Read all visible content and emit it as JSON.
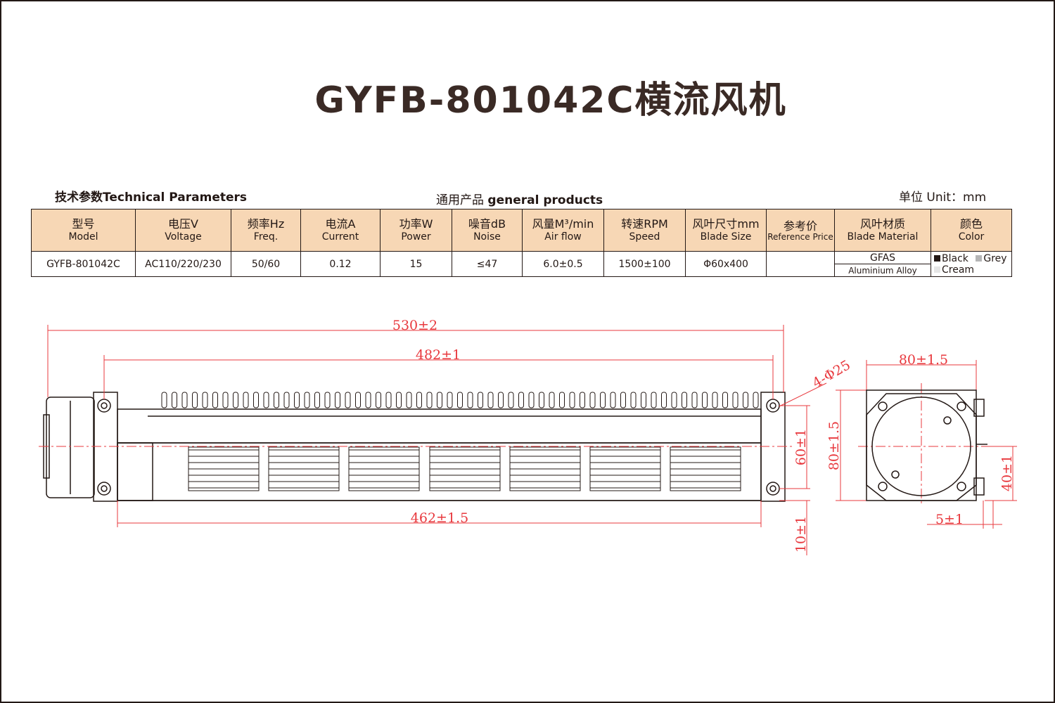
{
  "title": "GYFB-801042C横流风机",
  "headers": {
    "tech_params_cn": "技术参数",
    "tech_params_en": "Technical Parameters",
    "general_cn": "通用产品",
    "general_en": "general products",
    "unit_cn": "单位",
    "unit_en": "Unit：mm"
  },
  "columns": [
    {
      "cn": "型号",
      "en": "Model"
    },
    {
      "cn": "电压V",
      "en": "Voltage"
    },
    {
      "cn": "频率Hz",
      "en": "Freq."
    },
    {
      "cn": "电流A",
      "en": "Current"
    },
    {
      "cn": "功率W",
      "en": "Power"
    },
    {
      "cn": "噪音dB",
      "en": "Noise"
    },
    {
      "cn": "风量M³/min",
      "en": "Air flow"
    },
    {
      "cn": "转速RPM",
      "en": "Speed"
    },
    {
      "cn": "风叶尺寸mm",
      "en": "Blade Size"
    },
    {
      "cn": "参考价",
      "en": "Reference Price"
    },
    {
      "cn": "风叶材质",
      "en": "Blade Material"
    },
    {
      "cn": "颜色",
      "en": "Color"
    }
  ],
  "row": {
    "model": "GYFB-801042C",
    "voltage": "AC110/220/230",
    "freq": "50/60",
    "current": "0.12",
    "power": "15",
    "noise": "≤47",
    "airflow": "6.0±0.5",
    "speed": "1500±100",
    "blade_size": "Φ60x400",
    "price": "",
    "material_top": "GFAS",
    "material_bottom": "Aluminium Alloy",
    "color_black": "Black",
    "color_grey": "Grey",
    "color_cream": "Cream"
  },
  "swatch_colors": {
    "black": "#231815",
    "grey": "#b5b5b6",
    "cream": "#e6e6e6"
  },
  "dimensions": {
    "overall_length": "530±2",
    "mount_length": "482±1",
    "body_length": "462±1.5",
    "hole_spec": "4-Φ25",
    "width": "80±1.5",
    "hole_spacing": "60±1",
    "height": "80±1.5",
    "offset_40": "40±1",
    "offset_5": "5±1",
    "offset_10": "10±1"
  }
}
